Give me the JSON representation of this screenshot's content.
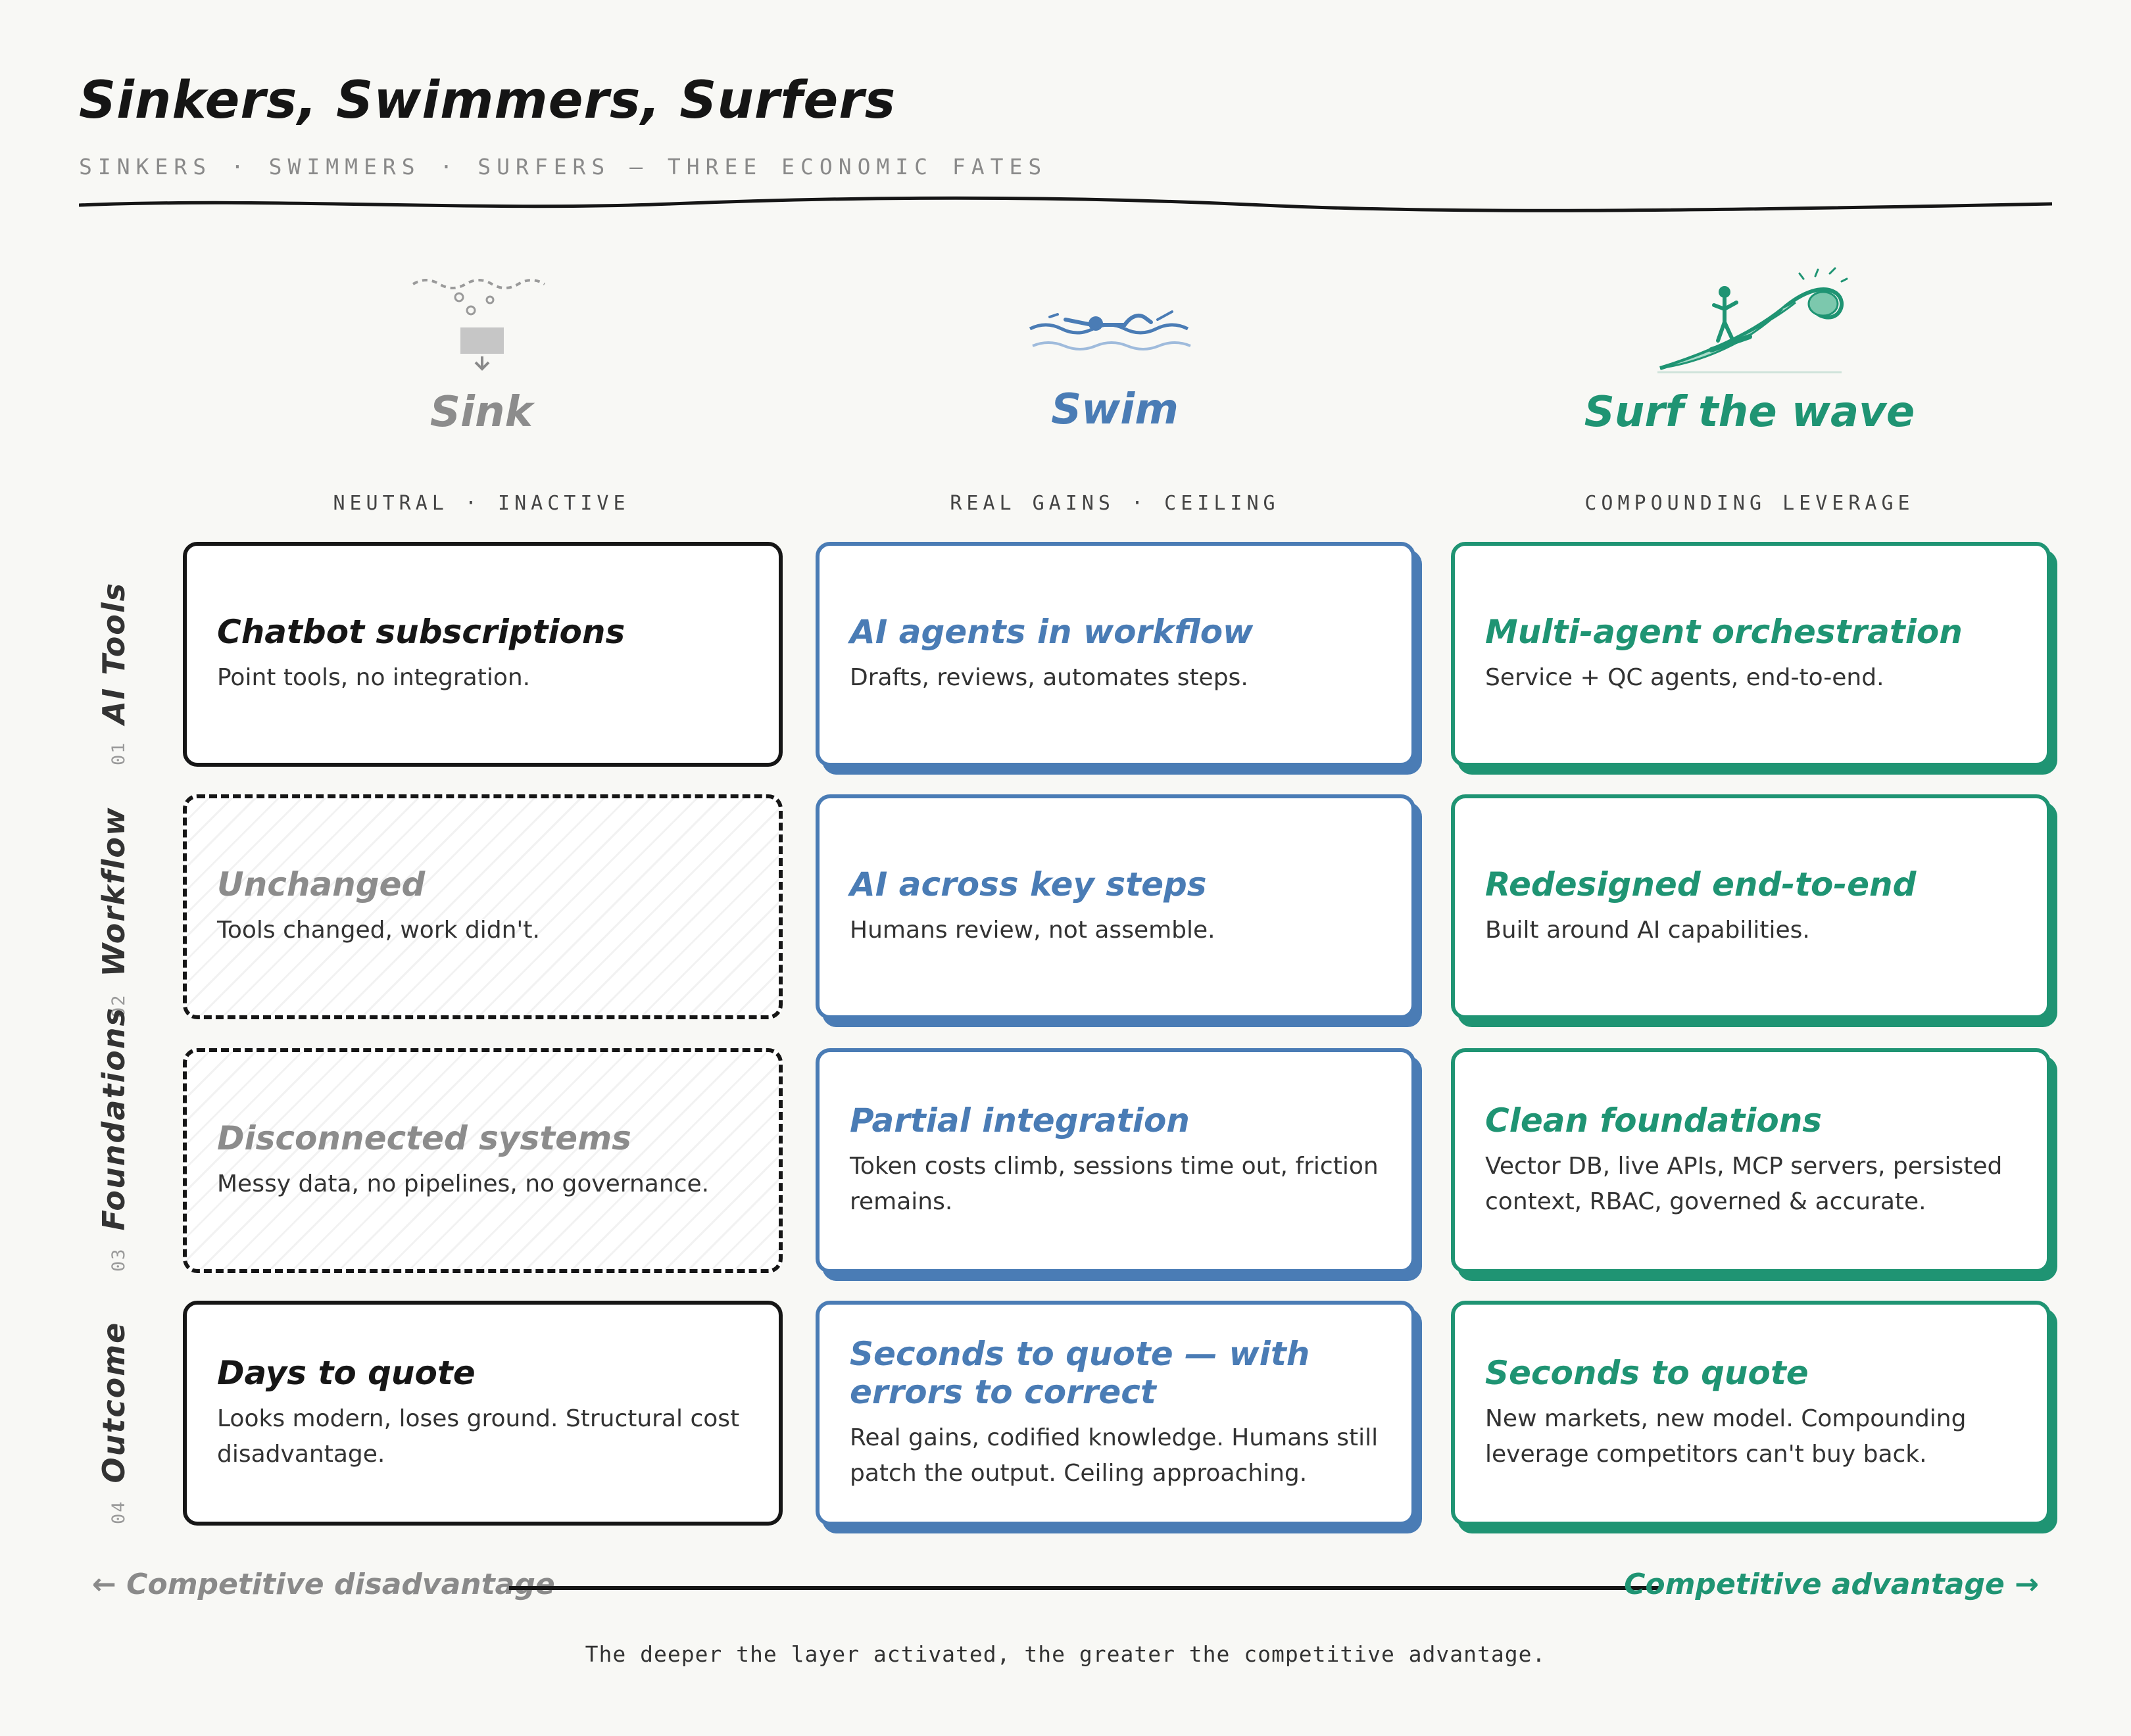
{
  "header": {
    "title": "Sinkers, Swimmers, Surfers",
    "subtitle": "SINKERS · SWIMMERS · SURFERS — THREE ECONOMIC FATES"
  },
  "columns": [
    {
      "title": "Sink",
      "tag": "NEUTRAL · INACTIVE",
      "color": "#8c8c8c",
      "icon": "sinking-box-icon"
    },
    {
      "title": "Swim",
      "tag": "REAL GAINS · CEILING",
      "color": "#4a7cb5",
      "icon": "swimmer-icon"
    },
    {
      "title": "Surf the wave",
      "tag": "COMPOUNDING LEVERAGE",
      "color": "#1f9473",
      "icon": "surfer-wave-icon"
    }
  ],
  "rows": [
    {
      "num": "01",
      "name": "AI Tools",
      "cells": [
        {
          "head": "Chatbot subscriptions",
          "body": "Point tools, no integration."
        },
        {
          "head": "AI agents in workflow",
          "body": "Drafts, reviews, automates steps."
        },
        {
          "head": "Multi-agent orchestration",
          "body": "Service + QC agents, end-to-end."
        }
      ]
    },
    {
      "num": "02",
      "name": "Workflow",
      "cells": [
        {
          "head": "Unchanged",
          "body": "Tools changed, work didn't."
        },
        {
          "head": "AI across key steps",
          "body": "Humans review, not assemble."
        },
        {
          "head": "Redesigned end-to-end",
          "body": "Built around AI capabilities."
        }
      ]
    },
    {
      "num": "03",
      "name": "Foundations",
      "cells": [
        {
          "head": "Disconnected systems",
          "body": "Messy data, no pipelines, no governance."
        },
        {
          "head": "Partial integration",
          "body": "Token costs climb, sessions time out, friction remains."
        },
        {
          "head": "Clean foundations",
          "body": "Vector DB, live APIs, MCP servers, persisted context, RBAC, governed & accurate."
        }
      ]
    },
    {
      "num": "04",
      "name": "Outcome",
      "cells": [
        {
          "head": "Days to quote",
          "body": "Looks modern, loses ground. Structural cost disadvantage."
        },
        {
          "head": "Seconds to quote — with errors to correct",
          "body": "Real gains, codified knowledge. Humans still patch the output. Ceiling approaching."
        },
        {
          "head": "Seconds to quote",
          "body": "New markets, new model. Compounding leverage competitors can't buy back."
        }
      ]
    }
  ],
  "axis": {
    "left": "← Competitive disadvantage",
    "right": "Competitive advantage →"
  },
  "footnote": "The deeper the layer activated, the greater the competitive advantage."
}
